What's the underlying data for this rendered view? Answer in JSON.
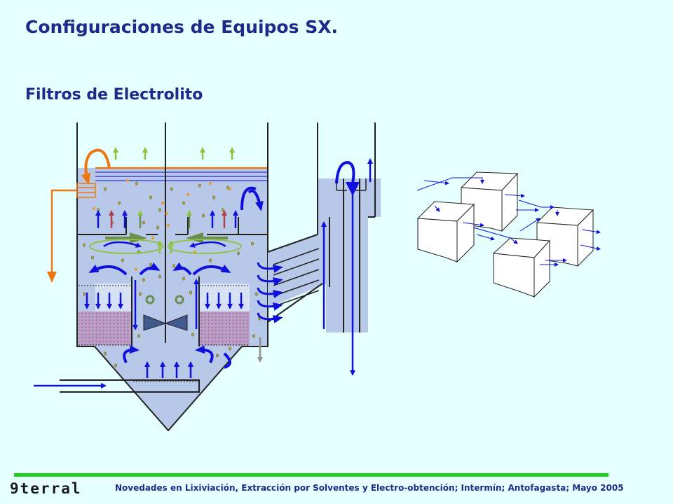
{
  "slide": {
    "title": "Configuraciones de Equipos SX.",
    "subtitle": "Filtros de Electrolito"
  },
  "footer": {
    "logo": "9terral",
    "text": "Novedades en Lixiviación, Extracción por Solventes y Electro-obtención; Intermín; Antofagasta; Mayo 2005"
  },
  "colors": {
    "background": "#e6ffff",
    "title": "#1c2a8a",
    "liquid": "#b8c8e8",
    "flow_arrow": "#1010dd",
    "gas_arrow": "#8cc43c",
    "feed_arrow": "#ee7711",
    "footer_line": "#22cc22"
  },
  "icons": {
    "filter_vessel": "filter-vessel-diagram",
    "cube_network": "cube-network-diagram"
  }
}
